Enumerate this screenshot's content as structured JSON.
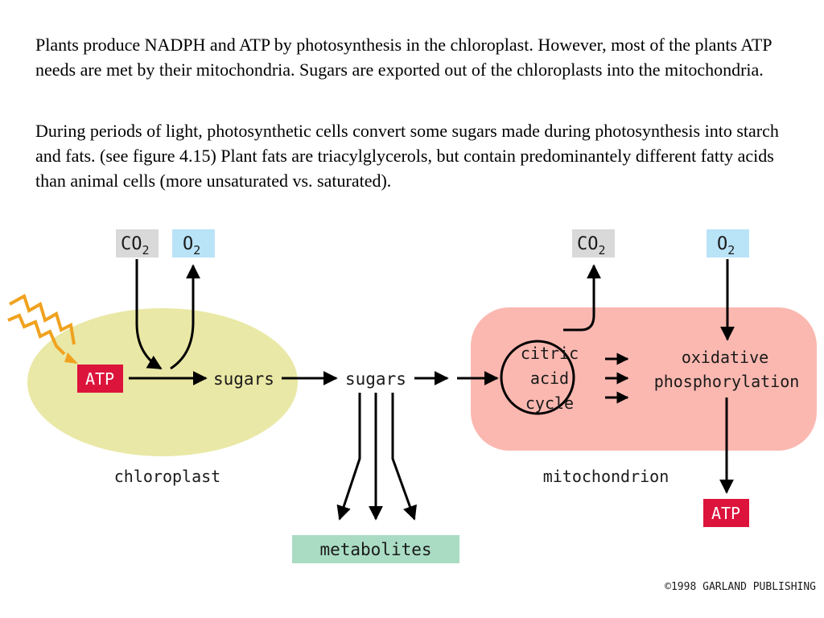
{
  "paragraphs": [
    "Plants produce NADPH and ATP by photosynthesis in the chloroplast.  However, most of the plants ATP needs are met by their mitochondria.  Sugars are exported out of the chloroplasts into the mitochondria.",
    "During periods of light, photosynthetic cells convert some sugars made during photosynthesis into starch and fats.  (see figure 4.15)  Plant fats are triacylglycerols, but contain predominantely different fatty acids than animal cells (more unsaturated vs. saturated)."
  ],
  "diagram": {
    "chloroplast": {
      "label": "chloroplast",
      "co2_in": "CO",
      "co2_in_sub": "2",
      "o2_out": "O",
      "o2_out_sub": "2",
      "atp": "ATP",
      "sugars": "sugars",
      "fill_color": "#e9e8a6"
    },
    "cytosol": {
      "sugars": "sugars",
      "metabolites": "metabolites",
      "metabolites_color": "#a9dcc3"
    },
    "mitochondrion": {
      "label": "mitochondrion",
      "co2_out": "CO",
      "co2_out_sub": "2",
      "o2_in": "O",
      "o2_in_sub": "2",
      "cycle_lines": [
        "citric",
        "acid",
        "cycle"
      ],
      "oxphos_lines": [
        "oxidative",
        "phosphorylation"
      ],
      "atp": "ATP",
      "fill_color": "#fbb8b0"
    },
    "colors": {
      "co2_box": "#d9d9d9",
      "o2_box": "#b9e3f7",
      "atp_box": "#dc143c",
      "light": "#f0a21f"
    },
    "copyright": "©1998 GARLAND PUBLISHING"
  }
}
